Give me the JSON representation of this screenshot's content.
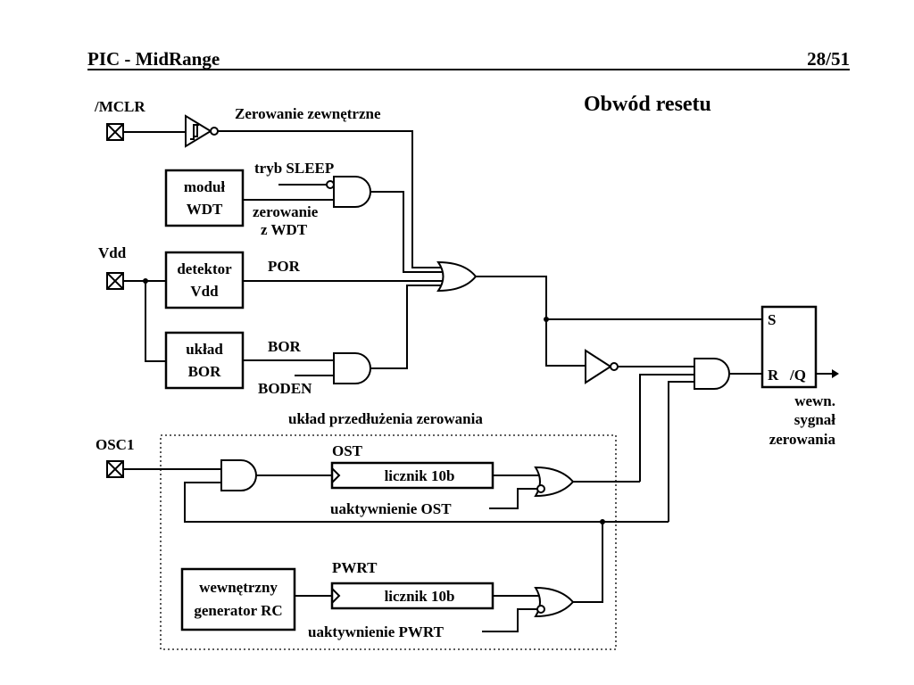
{
  "header": {
    "left": "PIC - MidRange",
    "right": "28/51"
  },
  "title": "Obwód resetu",
  "pins": {
    "mclr": "/MCLR",
    "vdd": "Vdd",
    "osc1": "OSC1"
  },
  "blocks": {
    "wdt": [
      "moduł",
      "WDT"
    ],
    "vdd_detector": [
      "detektor",
      "Vdd"
    ],
    "bor": [
      "układ",
      "BOR"
    ],
    "rc_generator": [
      "wewnętrzny",
      "generator RC"
    ],
    "ost_counter": "licznik 10b",
    "pwrt_counter": "licznik 10b"
  },
  "signals": {
    "external_reset": "Zerowanie zewnętrzne",
    "sleep_mode": "tryb SLEEP",
    "wdt_reset": [
      "zerowanie",
      "z WDT"
    ],
    "por": "POR",
    "bor": "BOR",
    "boden": "BODEN",
    "ost": "OST",
    "pwrt": "PWRT",
    "ost_enable": "uaktywnienie OST",
    "pwrt_enable": "uaktywnienie PWRT",
    "extension_circuit": "układ przedłużenia zerowania"
  },
  "flipflop": {
    "s": "S",
    "r": "R",
    "q": "/Q"
  },
  "output": [
    "wewn.",
    "sygnał",
    "zerowania"
  ]
}
